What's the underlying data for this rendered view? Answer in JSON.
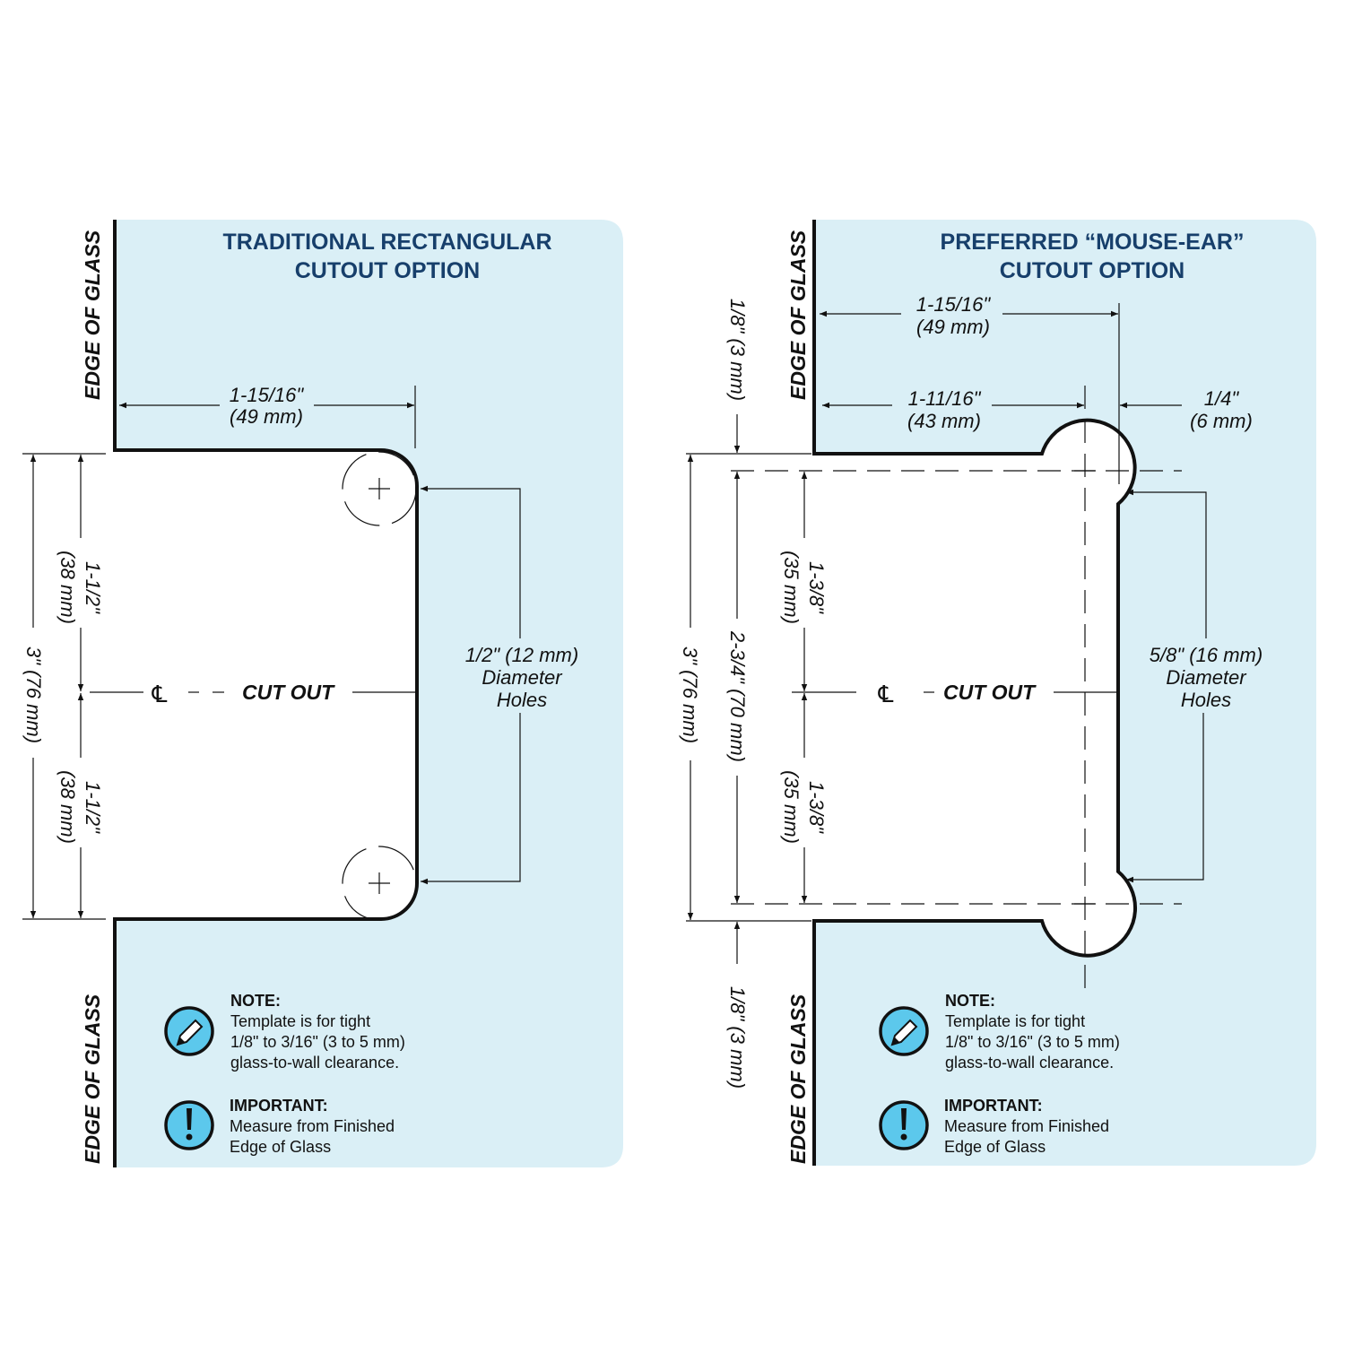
{
  "colors": {
    "panel": "#daeff6",
    "title": "#173f6b",
    "icon": "#5cc8ec"
  },
  "left": {
    "title_line1": "TRADITIONAL RECTANGULAR",
    "title_line2": "CUTOUT OPTION",
    "edge_top": "EDGE OF GLASS",
    "edge_bottom": "EDGE OF GLASS",
    "width": "1-15/16\"",
    "width_mm": "(49 mm)",
    "total": "3\" (76 mm)",
    "upper": "1-1/2\"",
    "upper_mm": "(38 mm)",
    "lower": "1-1/2\"",
    "lower_mm": "(38 mm)",
    "centerline": "℄",
    "cutout": "CUT OUT",
    "holes_size": "1/2\" (12 mm)",
    "holes_l2": "Diameter",
    "holes_l3": "Holes",
    "note_head": "NOTE:",
    "note_l1": "Template is for tight",
    "note_l2": "1/8\" to 3/16\" (3 to 5 mm)",
    "note_l3": "glass-to-wall clearance.",
    "imp_head": "IMPORTANT:",
    "imp_l1": "Measure from Finished",
    "imp_l2": "Edge of Glass"
  },
  "right": {
    "title_line1": "PREFERRED “MOUSE-EAR”",
    "title_line2": "CUTOUT OPTION",
    "edge_top": "EDGE OF GLASS",
    "edge_bottom": "EDGE OF GLASS",
    "width": "1-15/16\"",
    "width_mm": "(49 mm)",
    "inner": "1-11/16\"",
    "inner_mm": "(43 mm)",
    "ear": "1/4\"",
    "ear_mm": "(6 mm)",
    "gap_top": "1/8\" (3 mm)",
    "gap_bottom": "1/8\" (3 mm)",
    "total": "3\" (76 mm)",
    "span": "2-3/4\" (70 mm)",
    "upper": "1-3/8\"",
    "upper_mm": "(35 mm)",
    "lower": "1-3/8\"",
    "lower_mm": "(35 mm)",
    "centerline": "℄",
    "cutout": "CUT OUT",
    "holes_size": "5/8\" (16 mm)",
    "holes_l2": "Diameter",
    "holes_l3": "Holes",
    "note_head": "NOTE:",
    "note_l1": "Template is for tight",
    "note_l2": "1/8\" to 3/16\" (3 to 5 mm)",
    "note_l3": "glass-to-wall clearance.",
    "imp_head": "IMPORTANT:",
    "imp_l1": "Measure from Finished",
    "imp_l2": "Edge of Glass"
  }
}
